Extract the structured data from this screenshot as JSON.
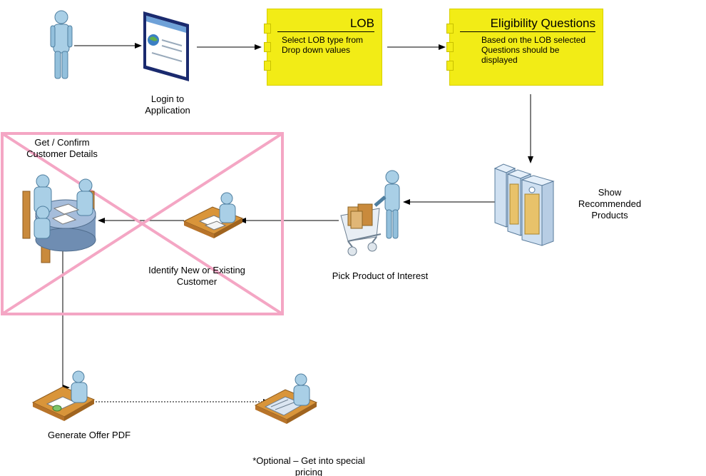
{
  "steps": {
    "login": {
      "label_line1": "Login to",
      "label_line2": "Application"
    },
    "lob": {
      "title": "LOB",
      "body_line1": "Select LOB type from",
      "body_line2": "Drop down values"
    },
    "eligibility": {
      "title": "Eligibility Questions",
      "body_line1": "Based on the LOB selected",
      "body_line2": "Questions should be",
      "body_line3": "displayed"
    },
    "recommended": {
      "label_line1": "Show",
      "label_line2": "Recommended",
      "label_line3": "Products"
    },
    "pick_product": {
      "label": "Pick Product of Interest"
    },
    "identify_customer": {
      "label_line1": "Identify New or Existing",
      "label_line2": "Customer"
    },
    "confirm_details": {
      "label_line1": "Get / Confirm",
      "label_line2": "Customer Details"
    },
    "generate_pdf": {
      "label": "Generate Offer PDF"
    },
    "special_pricing": {
      "label_line1": "*Optional – Get into special",
      "label_line2": "pricing"
    }
  },
  "colors": {
    "process_box": "#f2ec16",
    "strike_out": "#f4a6c4",
    "person": "#a9cfe6",
    "desk": "#d9953a",
    "arrow": "#000000"
  },
  "icons": [
    "user-icon",
    "web-page-icon",
    "server-stack-icon",
    "shopping-cart-icon",
    "desk-worker-icon",
    "meeting-table-icon"
  ]
}
